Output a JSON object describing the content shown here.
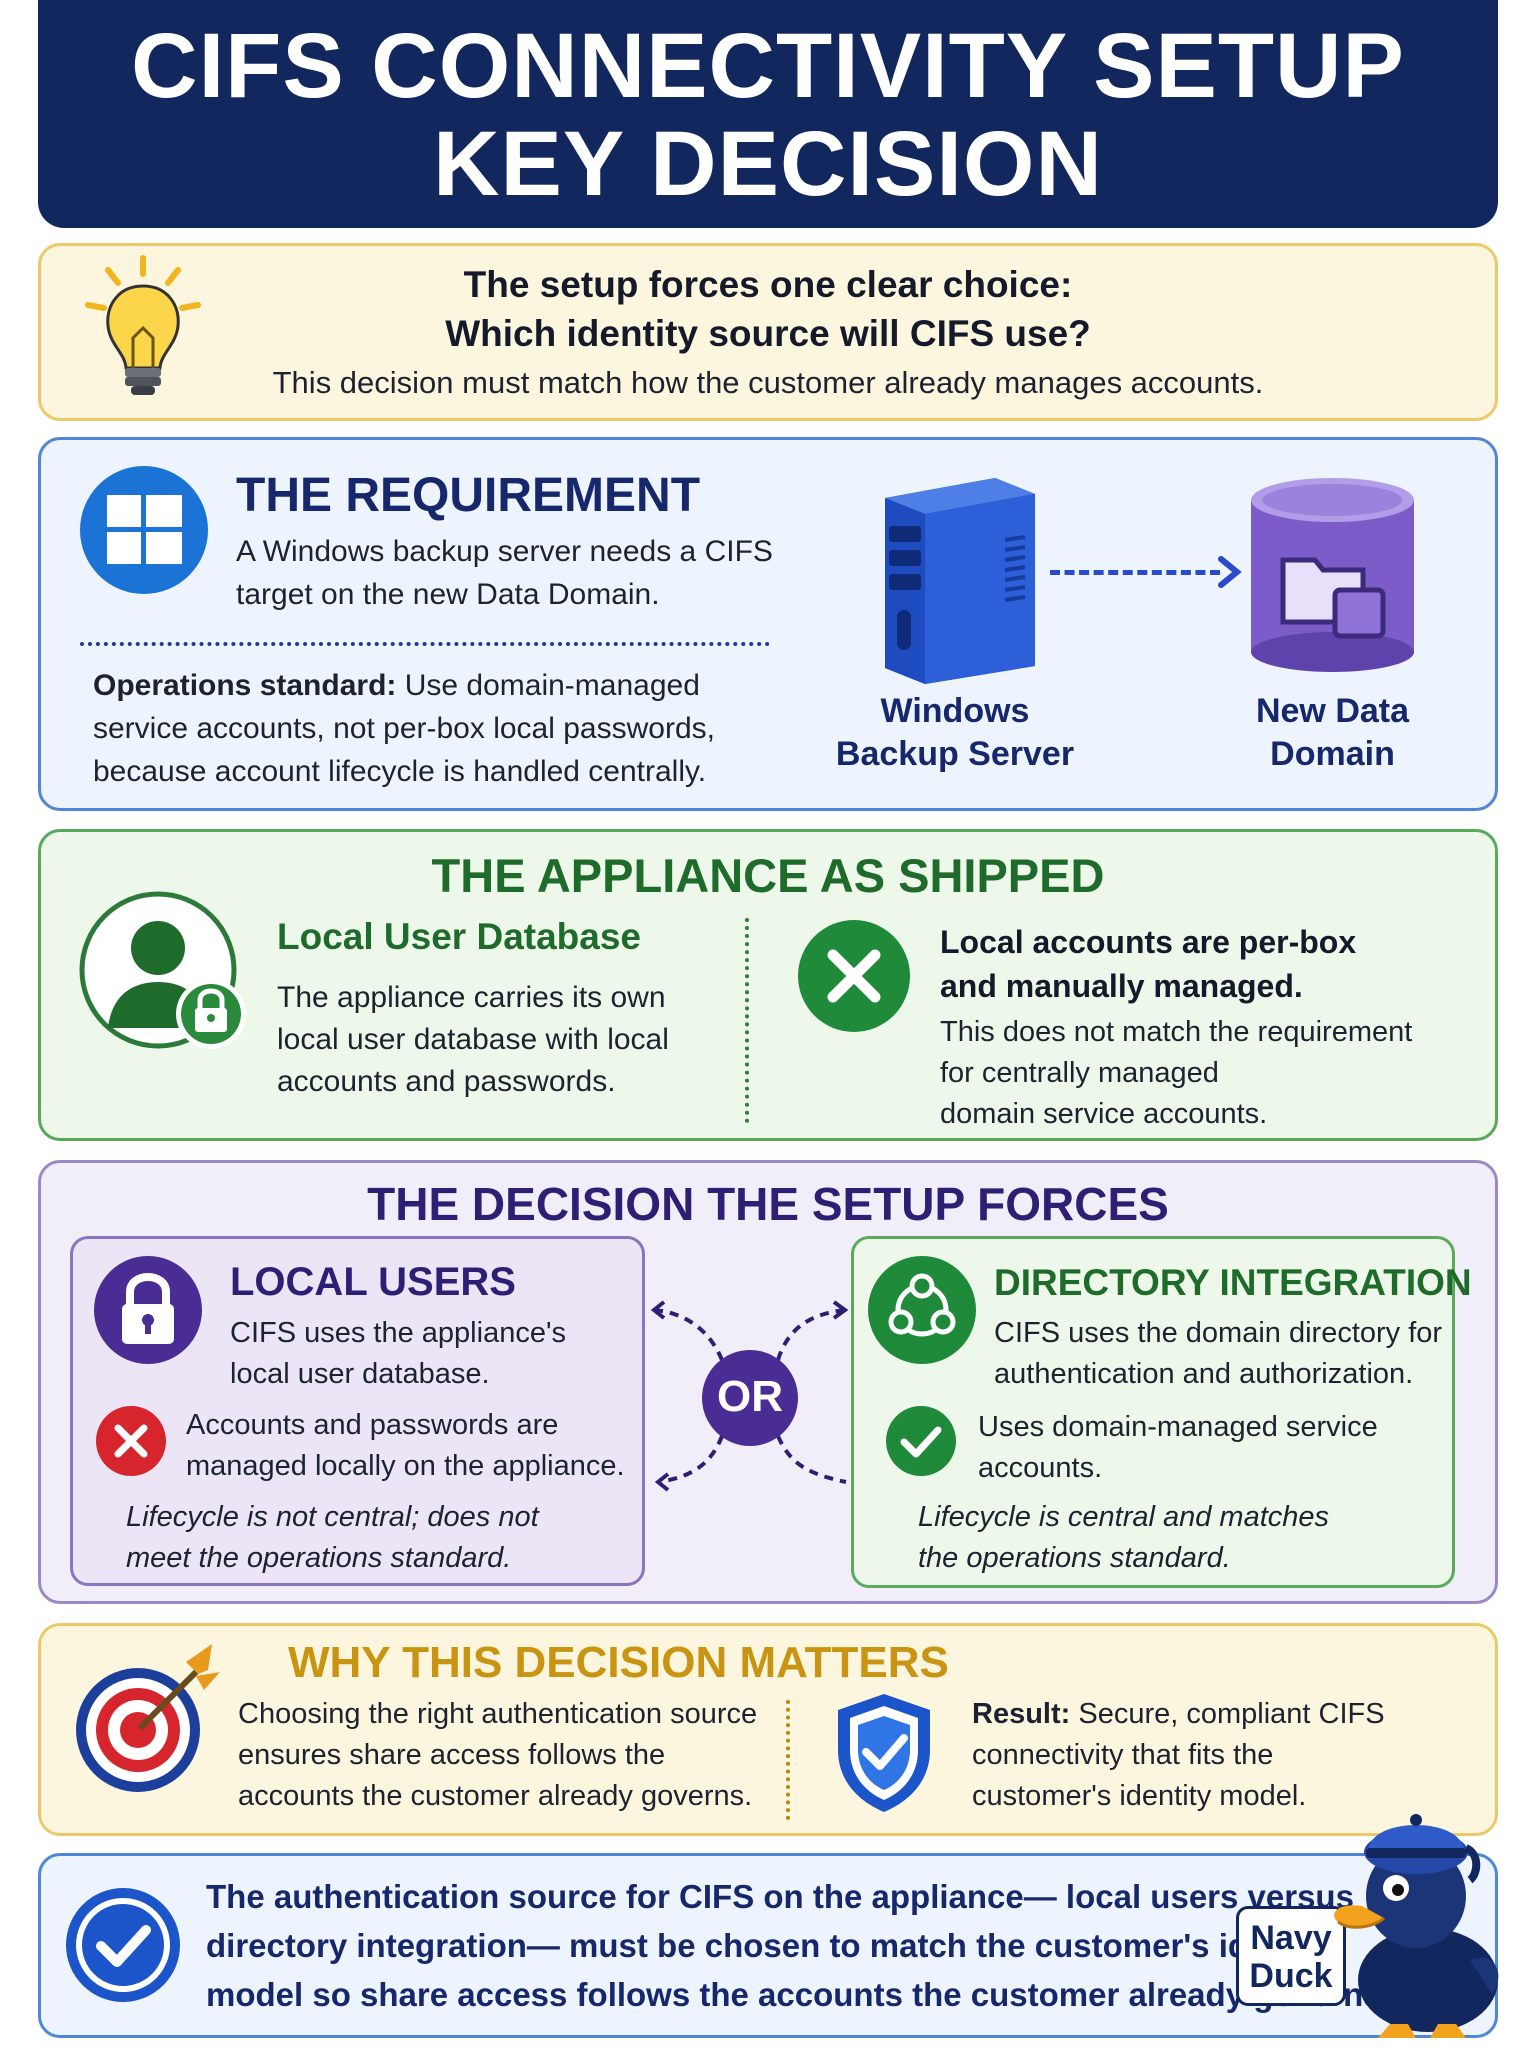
{
  "title": {
    "line1": "CIFS CONNECTIVITY SETUP",
    "line2": "KEY DECISION"
  },
  "intro": {
    "question_line1": "The setup forces one clear choice:",
    "question_line2": "Which identity source will CIFS use?",
    "subtext": "This decision must match how the customer already manages accounts.",
    "icon": "lightbulb-icon"
  },
  "requirement": {
    "heading": "THE REQUIREMENT",
    "desc_line1": "A Windows backup server needs a CIFS",
    "desc_line2": "target on the new Data Domain.",
    "standard_label": "Operations standard:",
    "standard_line1_rest": " Use domain-managed",
    "standard_line2": "service accounts, not per-box local passwords,",
    "standard_line3": "because account lifecycle is handled centrally.",
    "server_label_line1": "Windows",
    "server_label_line2": "Backup Server",
    "domain_label_line1": "New Data",
    "domain_label_line2": "Domain",
    "icon": "windows-logo-icon"
  },
  "appliance": {
    "heading": "THE APPLIANCE AS SHIPPED",
    "db_title": "Local User Database",
    "db_line1": "The appliance carries its own",
    "db_line2": "local user database with local",
    "db_line3": "accounts and passwords.",
    "issue_title_line1": "Local accounts are per-box",
    "issue_title_line2": "and manually managed.",
    "issue_line1": "This does not match the requirement",
    "issue_line2": "for centrally managed",
    "issue_line3": "domain service accounts."
  },
  "decision": {
    "heading": "THE DECISION THE SETUP FORCES",
    "or_label": "OR",
    "local": {
      "title": "LOCAL USERS",
      "line1": "CIFS uses the appliance's",
      "line2": "local user database.",
      "con_line1": "Accounts and passwords are",
      "con_line2": "managed locally on the appliance.",
      "note_line1": "Lifecycle is not central; does not",
      "note_line2": "meet the operations standard."
    },
    "directory": {
      "title": "DIRECTORY INTEGRATION",
      "line1": "CIFS uses the domain directory for",
      "line2": "authentication and authorization.",
      "pro_line1": "Uses domain-managed service",
      "pro_line2": "accounts.",
      "note_line1": "Lifecycle is central and matches",
      "note_line2": "the operations standard."
    }
  },
  "why": {
    "heading": "WHY THIS DECISION MATTERS",
    "line1": "Choosing the right authentication source",
    "line2": "ensures share access follows the",
    "line3": "accounts the customer already governs.",
    "result_label": "Result:",
    "result_line1_rest": " Secure, compliant CIFS",
    "result_line2": "connectivity that fits the",
    "result_line3": "customer's identity model."
  },
  "summary": {
    "line1": "The authentication source for CIFS on the appliance— local users versus",
    "line2": "directory integration— must be chosen to match the customer's identity",
    "line3": "model so share access follows the accounts the customer already governs."
  },
  "mascot": {
    "badge_line1": "Navy",
    "badge_line2": "Duck"
  },
  "colors": {
    "navy": "#13275f",
    "blue_accent": "#2a6fd6",
    "green_accent": "#1f7a35",
    "purple_accent": "#4a2d94",
    "red_accent": "#d6252c",
    "gold_accent": "#c99411"
  }
}
